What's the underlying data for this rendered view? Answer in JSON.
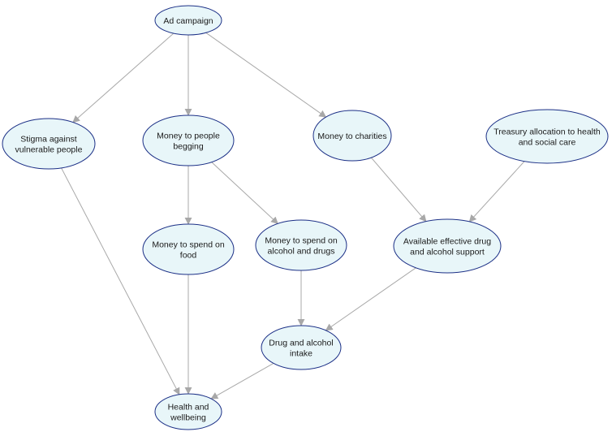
{
  "diagram": {
    "nodes": [
      {
        "id": "ad-campaign",
        "lines": [
          "Ad campaign"
        ]
      },
      {
        "id": "stigma",
        "lines": [
          "Stigma against",
          "vulnerable people"
        ]
      },
      {
        "id": "money-begging",
        "lines": [
          "Money to people",
          "begging"
        ]
      },
      {
        "id": "money-charities",
        "lines": [
          "Money to charities"
        ]
      },
      {
        "id": "treasury",
        "lines": [
          "Treasury allocation to health",
          "and social care"
        ]
      },
      {
        "id": "money-food",
        "lines": [
          "Money to spend on",
          "food"
        ]
      },
      {
        "id": "money-alcohol",
        "lines": [
          "Money to spend on",
          "alcohol and drugs"
        ]
      },
      {
        "id": "drug-support",
        "lines": [
          "Available effective drug",
          "and alcohol support"
        ]
      },
      {
        "id": "drug-intake",
        "lines": [
          "Drug and alcohol",
          "intake"
        ]
      },
      {
        "id": "health",
        "lines": [
          "Health and",
          "wellbeing"
        ]
      }
    ],
    "edges": [
      {
        "from": "ad-campaign",
        "to": "stigma"
      },
      {
        "from": "ad-campaign",
        "to": "money-begging"
      },
      {
        "from": "ad-campaign",
        "to": "money-charities"
      },
      {
        "from": "money-begging",
        "to": "money-food"
      },
      {
        "from": "money-begging",
        "to": "money-alcohol"
      },
      {
        "from": "money-charities",
        "to": "drug-support"
      },
      {
        "from": "treasury",
        "to": "drug-support"
      },
      {
        "from": "money-alcohol",
        "to": "drug-intake"
      },
      {
        "from": "drug-support",
        "to": "drug-intake"
      },
      {
        "from": "stigma",
        "to": "health"
      },
      {
        "from": "money-food",
        "to": "health"
      },
      {
        "from": "drug-intake",
        "to": "health"
      }
    ],
    "colors": {
      "node_fill": "#e8f6f9",
      "node_stroke": "#1b2f86",
      "edge": "#a8a8a8",
      "text": "#1a1a1a"
    }
  }
}
